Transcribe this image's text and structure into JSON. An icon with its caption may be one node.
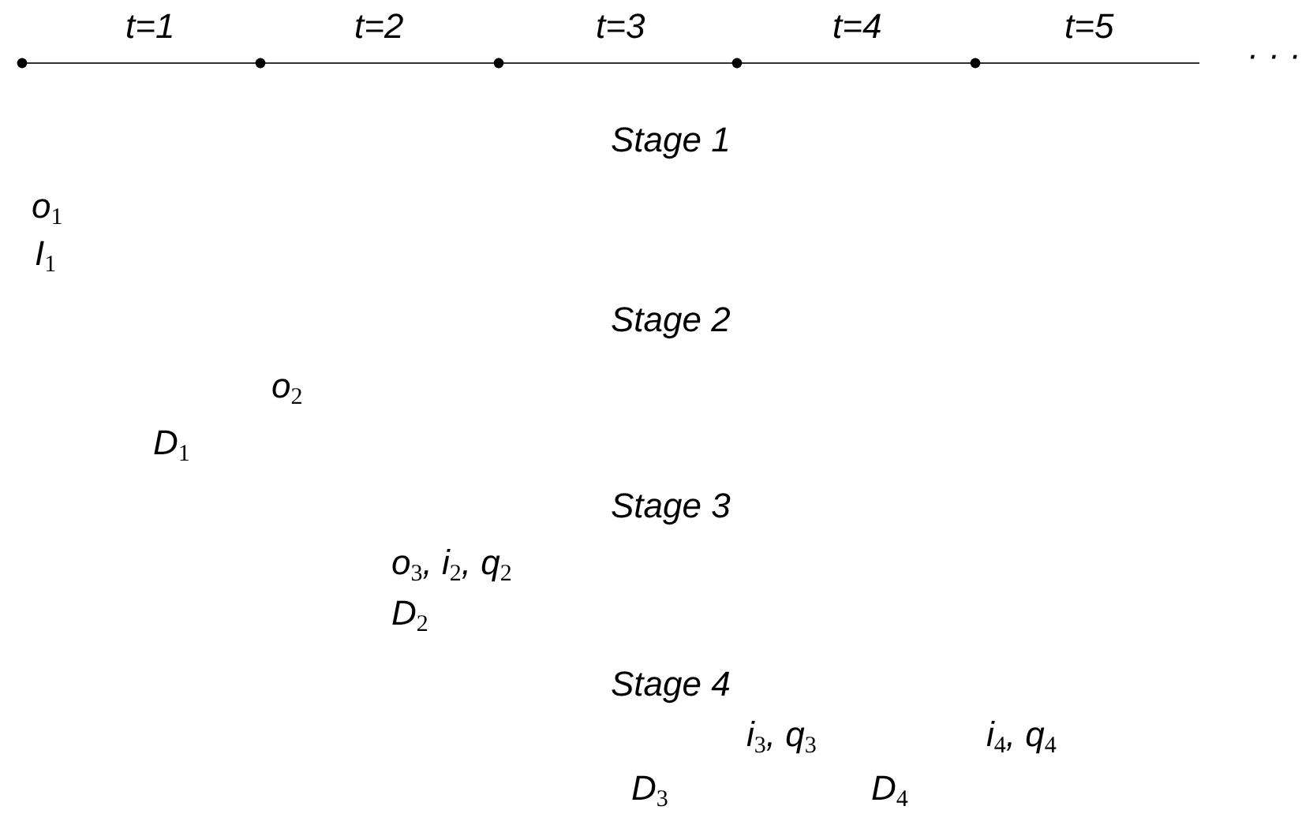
{
  "diagram": {
    "labels": [
      "t=1",
      "t=2",
      "t=3",
      "t=4",
      "t=5",
      "· · ·",
      "Stage 1",
      "o$_{1}$",
      "I$_{1}$",
      "Stage 2",
      "o$_{2}$",
      "D$_{1}$",
      "Stage 3",
      "o$_{3}$, i$_{2}$, q$_{2}$",
      "D$_{2}$",
      "Stage 4",
      "i$_{3}$, q$_{3}$",
      "i$_{4}$, q$_{4}$",
      "D$_{3}$",
      "D$_{4}$"
    ]
  }
}
